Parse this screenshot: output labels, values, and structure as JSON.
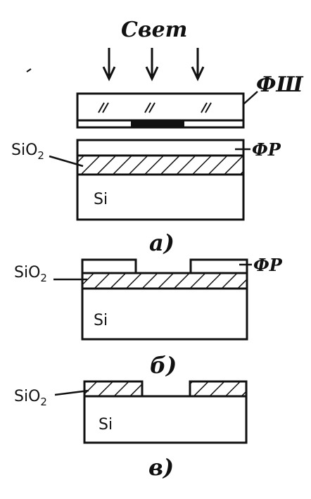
{
  "light_label": "Свет",
  "photomask_label": "ФШ",
  "panel_a": {
    "sio2": "SiO",
    "sio2_sub": "2",
    "si": "Si",
    "photoresist": "ФР",
    "caption": "а)"
  },
  "panel_b": {
    "sio2": "SiO",
    "sio2_sub": "2",
    "si": "Si",
    "photoresist": "ФР",
    "caption": "б)"
  },
  "panel_c": {
    "sio2": "SiO",
    "sio2_sub": "2",
    "si": "Si",
    "caption": "в)"
  },
  "colors": {
    "ink": "#111111",
    "background": "#ffffff"
  }
}
